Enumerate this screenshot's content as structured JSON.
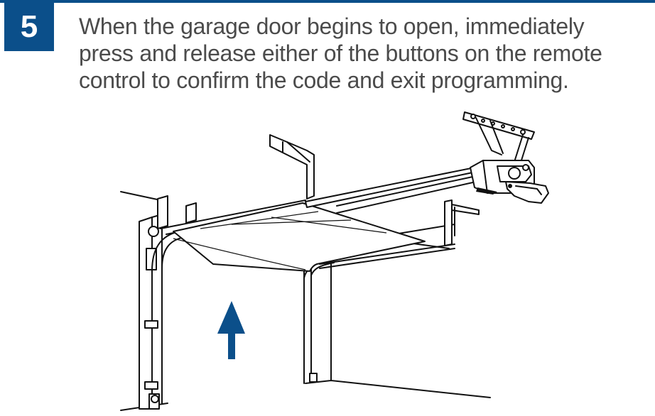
{
  "step": {
    "number": "5",
    "instruction": "When the garage door begins to open, immediately press and release either of the buttons on the remote control to confirm the code and exit programming."
  },
  "colors": {
    "accent": "#0b4f8a",
    "text": "#4b4b4b",
    "arrow": "#0b4f8a"
  },
  "illustration": {
    "subject": "garage-door-opening",
    "arrow_direction": "up"
  }
}
